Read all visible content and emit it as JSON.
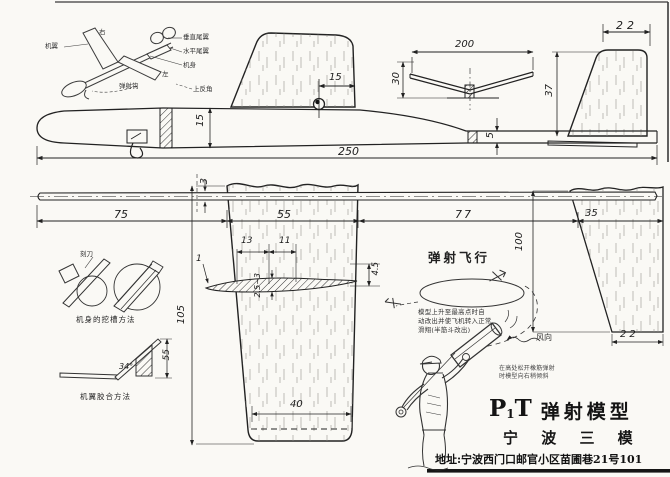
{
  "parts": {
    "right_wing": "右",
    "wing": "机翼",
    "vertical_tail": "垂直尾翼",
    "horizontal_tail": "水平尾翼",
    "fuselage": "机身",
    "left_wing": "左",
    "launch_hook": "弹射钩",
    "dihedral": "上反角"
  },
  "dims": {
    "wing_side_te": "15",
    "wing_span": "200",
    "tip_rise": "30",
    "fin_height": "37",
    "fin_width": "22",
    "pod_height": "15",
    "fuselage_length": "250",
    "boom_height": "5",
    "nose_to_wing": "75",
    "stick_width": "3",
    "wing_chord": "55",
    "wing_to_stab": "77",
    "stab_chord": "35",
    "stab_span": "100",
    "rib_front": "13",
    "rib_mid": "11",
    "le_height": "1",
    "rib_thickness": "2.5~3",
    "te_height": "4.5",
    "wing_halfspan": "105",
    "tip_chord": "40",
    "stab_tip": "22",
    "jig_angle": "34°",
    "jig_height": "55"
  },
  "details": {
    "knife_label": "刻刀",
    "caption_groove": "机身的挖槽方法",
    "caption_glue": "机翼胶合方法"
  },
  "flight": {
    "title": "弹射飞行",
    "note1": "模型上升至最高点时自",
    "note2": "动改出并使飞机转入正常",
    "note3": "滑翔(半筋斗改出)",
    "wind": "风向",
    "launch1": "在高处松开橡筋弹射",
    "launch2": "时模型向右稍倾斜"
  },
  "footer": {
    "model_p": "P",
    "model_sub": "1",
    "model_t": "T",
    "model_name": "弹射模型",
    "maker": "宁 波 三 模",
    "address": "地址:宁波西门口邮官小区苗圃巷21号101"
  }
}
